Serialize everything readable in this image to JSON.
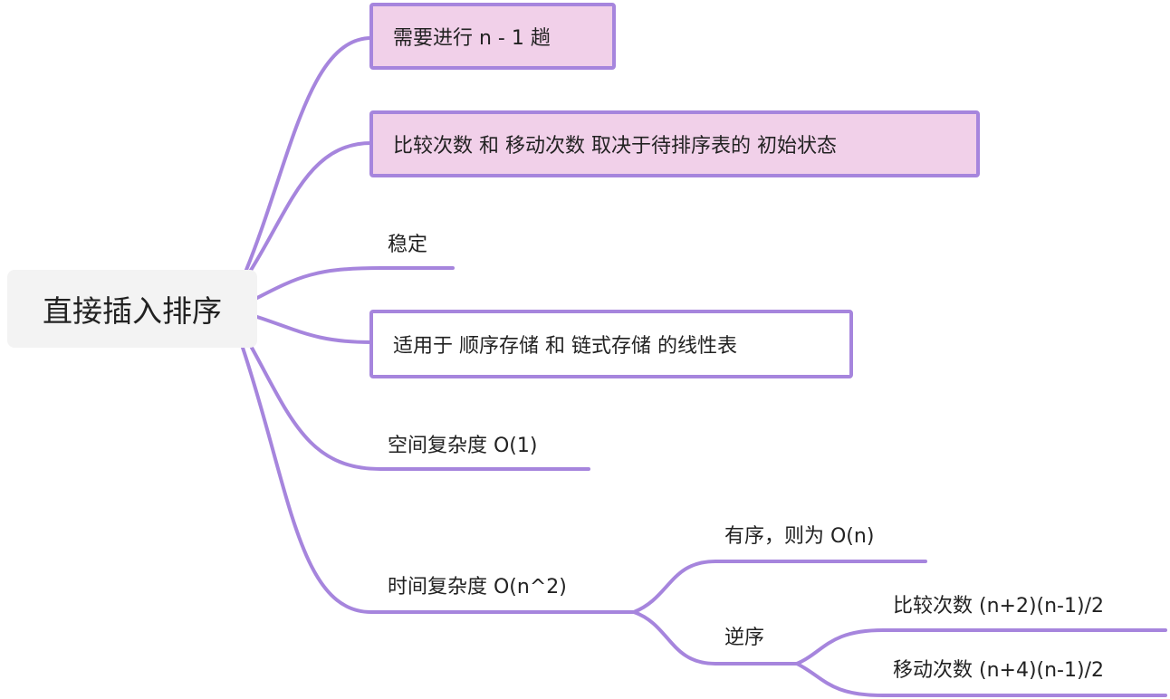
{
  "root": {
    "label": "直接插入排序"
  },
  "branches": {
    "passes": "需要进行 n - 1 趟",
    "depends": "比较次数 和 移动次数 取决于待排序表的 初始状态",
    "stable": "稳定",
    "applicable": "适用于 顺序存储 和 链式存储 的线性表",
    "space": "空间复杂度 O(1)",
    "time": {
      "label": "时间复杂度 O(n^2)",
      "ordered": "有序，则为 O(n)",
      "reverse": {
        "label": "逆序",
        "compare": "比较次数 (n+2)(n-1)/2",
        "move": "移动次数 (n+4)(n-1)/2"
      }
    }
  },
  "colors": {
    "connector": "#a685dd",
    "pink_fill": "#f1d0e9",
    "root_fill": "#f3f3f3"
  }
}
